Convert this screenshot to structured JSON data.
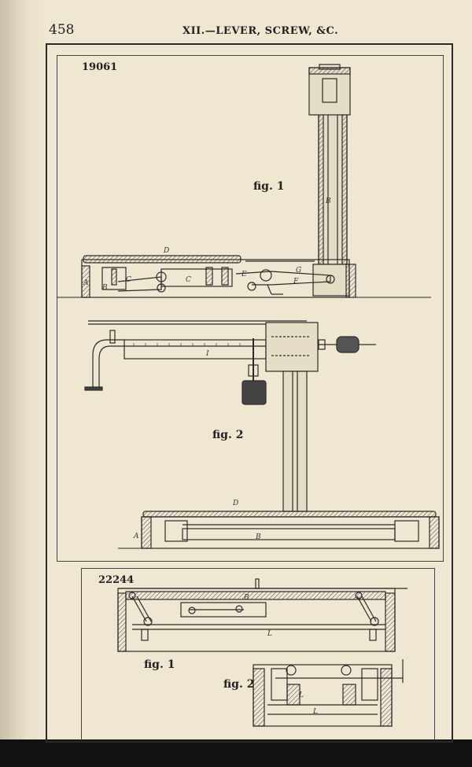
{
  "header": {
    "page_number": "458",
    "section_title": "XII.—LEVER, SCREW, &C."
  },
  "plate_top": {
    "patent_number": "19061",
    "fig1_caption": "fig. 1",
    "fig2_caption": "fig. 2"
  },
  "plate_bottom": {
    "patent_number": "22244",
    "fig1_caption": "fig. 1",
    "fig2_caption": "fig. 2"
  }
}
